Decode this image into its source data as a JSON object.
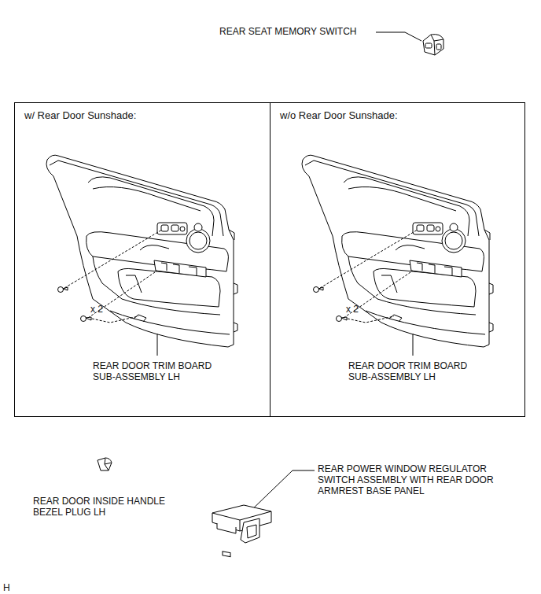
{
  "diagram": {
    "nodes": [
      {
        "text": [
          "w/ Rear Door Sunshade:",
          "x 2",
          "REAR DOOR TRIM BOARD SUB-ASSEMBLY LH"
        ]
      },
      {
        "text": [
          "w/o Rear Door Sunshade:",
          "x 2",
          "REAR DOOR TRIM BOARD SUB-ASSEMBLY LH"
        ]
      }
    ],
    "labels": [
      "REAR SEAT MEMORY SWITCH",
      "REAR DOOR INSIDE HANDLE BEZEL PLUG LH",
      "REAR POWER WINDOW REGULATOR SWITCH ASSEMBLY WITH REAR DOOR ARMREST BASE PANEL",
      "H"
    ]
  }
}
